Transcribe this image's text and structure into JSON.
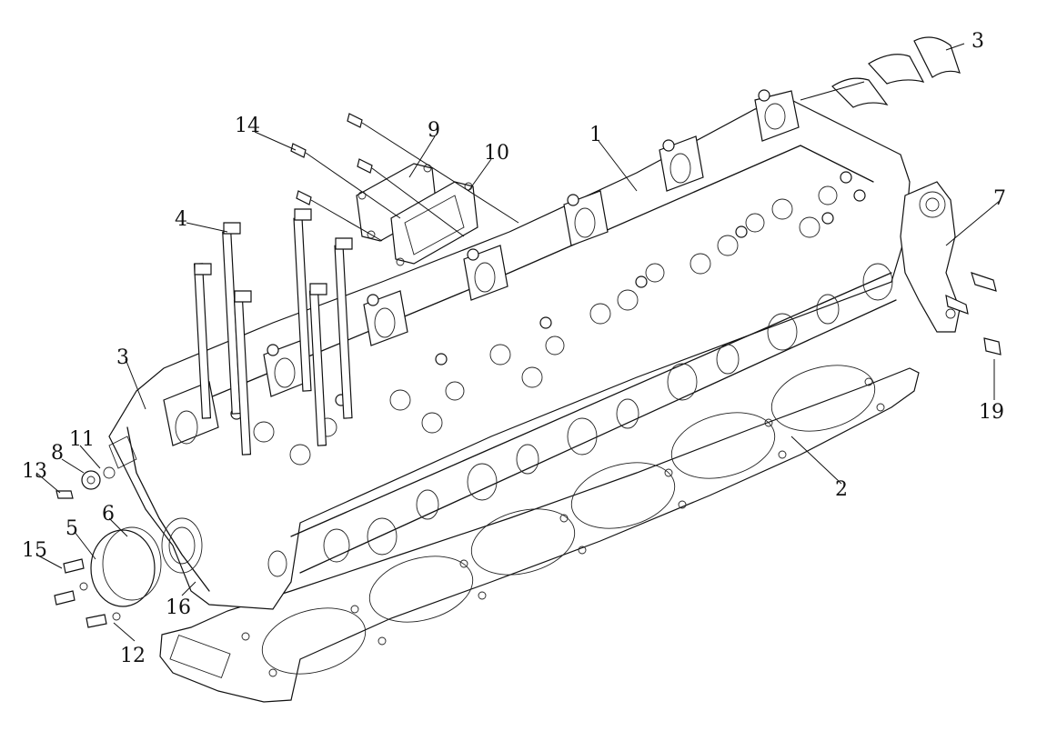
{
  "callouts": [
    {
      "id": "1",
      "text": "1"
    },
    {
      "id": "2",
      "text": "2"
    },
    {
      "id": "3a",
      "text": "3"
    },
    {
      "id": "3b",
      "text": "3"
    },
    {
      "id": "4",
      "text": "4"
    },
    {
      "id": "5",
      "text": "5"
    },
    {
      "id": "6",
      "text": "6"
    },
    {
      "id": "7",
      "text": "7"
    },
    {
      "id": "8",
      "text": "8"
    },
    {
      "id": "9",
      "text": "9"
    },
    {
      "id": "10",
      "text": "10"
    },
    {
      "id": "11",
      "text": "11"
    },
    {
      "id": "12",
      "text": "12"
    },
    {
      "id": "13",
      "text": "13"
    },
    {
      "id": "14",
      "text": "14"
    },
    {
      "id": "15",
      "text": "15"
    },
    {
      "id": "16",
      "text": "16"
    },
    {
      "id": "19",
      "text": "19"
    }
  ]
}
